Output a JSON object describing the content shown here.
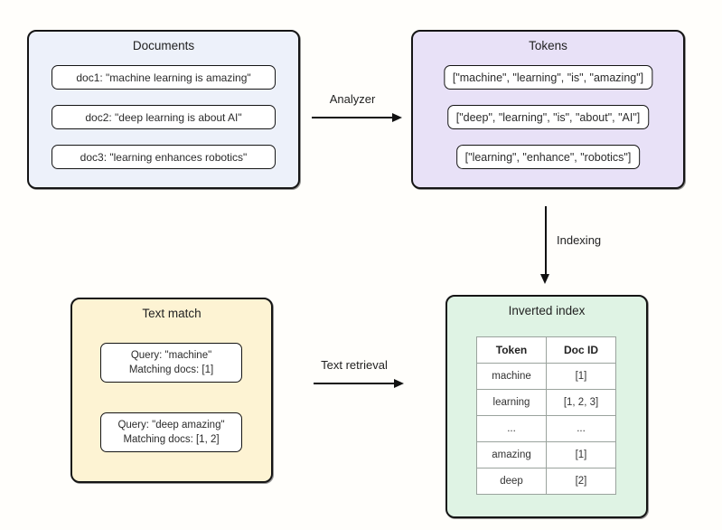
{
  "colors": {
    "background": "#fffefb",
    "documents_fill": "#edf1fa",
    "tokens_fill": "#e8e1f7",
    "text_match_fill": "#fdf3d3",
    "inverted_index_fill": "#dff3e4",
    "panel_border": "#151515",
    "table_border": "#9aa39d",
    "arrow": "#111111"
  },
  "documents_panel": {
    "title": "Documents",
    "items": [
      "doc1: \"machine learning is amazing\"",
      "doc2: \"deep learning is about AI\"",
      "doc3: \"learning enhances robotics\""
    ]
  },
  "tokens_panel": {
    "title": "Tokens",
    "items": [
      "[\"machine\", \"learning\", \"is\", \"amazing\"]",
      "[\"deep\", \"learning\", \"is\", \"about\", \"AI\"]",
      "[\"learning\", \"enhance\", \"robotics\"]"
    ]
  },
  "text_match_panel": {
    "title": "Text match",
    "items": [
      {
        "line1": "Query: \"machine\"",
        "line2": "Matching docs: [1]"
      },
      {
        "line1": "Query: \"deep amazing\"",
        "line2": "Matching docs: [1, 2]"
      }
    ]
  },
  "inverted_index_panel": {
    "title": "Inverted index",
    "table": {
      "headers": [
        "Token",
        "Doc ID"
      ],
      "rows": [
        [
          "machine",
          "[1]"
        ],
        [
          "learning",
          "[1, 2, 3]"
        ],
        [
          "...",
          "..."
        ],
        [
          "amazing",
          "[1]"
        ],
        [
          "deep",
          "[2]"
        ]
      ]
    }
  },
  "arrows": {
    "analyzer_label": "Analyzer",
    "indexing_label": "Indexing",
    "text_retrieval_label": "Text retrieval"
  }
}
